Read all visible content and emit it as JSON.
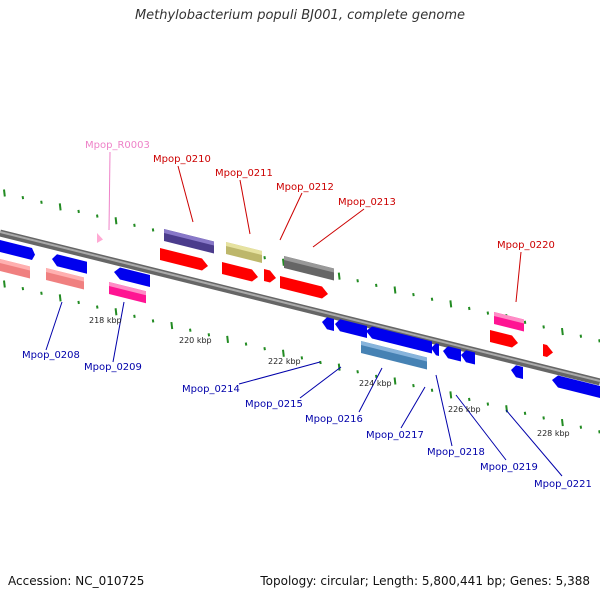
{
  "title": "Methylobacterium populi BJ001, complete genome",
  "footer": {
    "accession": "Accession: NC_010725",
    "topology": "Topology: circular; Length: 5,800,441 bp; Genes: 5,388"
  },
  "colors": {
    "backbone": "#808080",
    "tick": "#228b22",
    "label_forward": "#cc0000",
    "label_reverse": "#0000aa",
    "label_rna": "#ee82c8"
  },
  "scale_labels": [
    "218 kbp",
    "220 kbp",
    "222 kbp",
    "224 kbp",
    "226 kbp",
    "228 kbp"
  ],
  "genes": [
    {
      "label": "Mpop_R0003",
      "strand": "forward",
      "color": "#ffaad4",
      "label_color": "#ee82c8"
    },
    {
      "label": "Mpop_0208",
      "strand": "reverse",
      "color": "#0000ee",
      "label_color": "#0000aa"
    },
    {
      "label": "Mpop_0209",
      "strand": "reverse",
      "color": "#ff1493",
      "label_color": "#0000aa"
    },
    {
      "label": "Mpop_0210",
      "strand": "forward",
      "color": "#4b3c8c",
      "label_color": "#cc0000"
    },
    {
      "label": "Mpop_0211",
      "strand": "forward",
      "color": "#bdb76b",
      "label_color": "#cc0000"
    },
    {
      "label": "Mpop_0212",
      "strand": "forward",
      "color": "#ff0000",
      "label_color": "#cc0000"
    },
    {
      "label": "Mpop_0213",
      "strand": "forward",
      "color": "#666666",
      "label_color": "#cc0000"
    },
    {
      "label": "Mpop_0214",
      "strand": "reverse",
      "color": "#0000ee",
      "label_color": "#0000aa"
    },
    {
      "label": "Mpop_0215",
      "strand": "reverse",
      "color": "#0000ee",
      "label_color": "#0000aa"
    },
    {
      "label": "Mpop_0216",
      "strand": "reverse",
      "color": "#0000ee",
      "label_color": "#0000aa"
    },
    {
      "label": "Mpop_0217",
      "strand": "reverse",
      "color": "#4682b4",
      "label_color": "#0000aa"
    },
    {
      "label": "Mpop_0218",
      "strand": "reverse",
      "color": "#0000ee",
      "label_color": "#0000aa"
    },
    {
      "label": "Mpop_0219",
      "strand": "reverse",
      "color": "#0000ee",
      "label_color": "#0000aa"
    },
    {
      "label": "Mpop_0220",
      "strand": "forward",
      "color": "#ff1493",
      "label_color": "#cc0000"
    },
    {
      "label": "Mpop_0221",
      "strand": "reverse",
      "color": "#0000ee",
      "label_color": "#0000aa"
    }
  ]
}
